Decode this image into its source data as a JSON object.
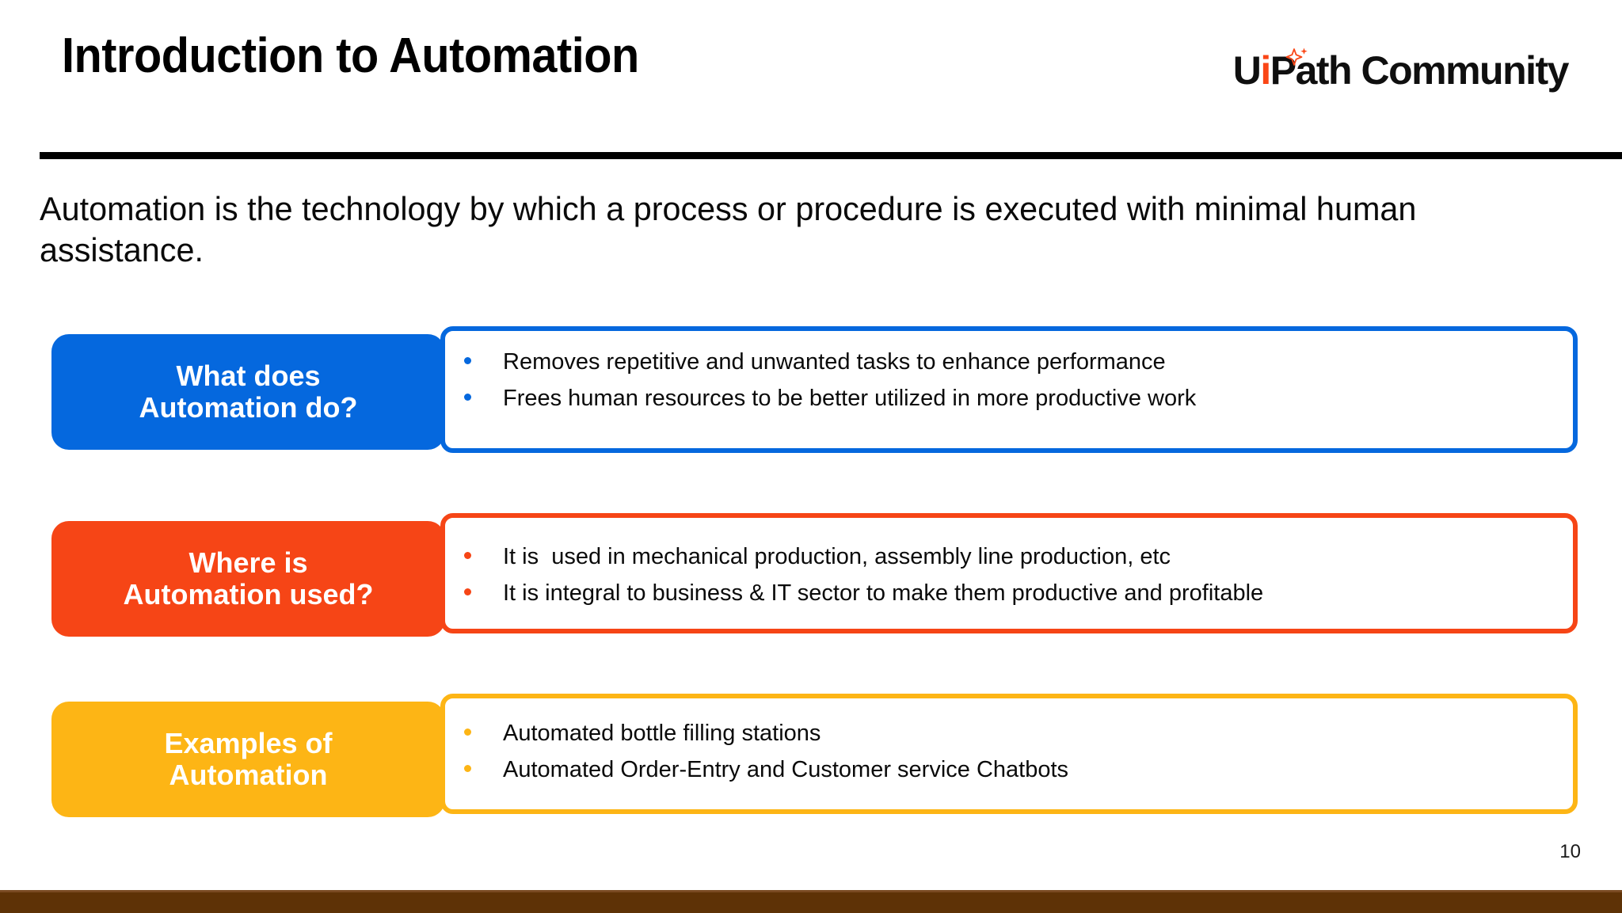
{
  "slide": {
    "title": "Introduction to Automation",
    "intro": "Automation is the technology by which a process or procedure is executed with minimal human assistance.",
    "page_number": "10"
  },
  "logo": {
    "part_u": "U",
    "part_i": "i",
    "part_rest": "Path Community",
    "sparkle_icon": "sparkle-icon",
    "accent_color": "#FA4616",
    "text_color": "#0f0f0f"
  },
  "rows": [
    {
      "label_line_1": "What does",
      "label_line_2": "Automation do?",
      "color": "#0568DE",
      "bullets": [
        "Removes repetitive and unwanted tasks to enhance performance",
        "Frees human resources to be better utilized in more productive work"
      ]
    },
    {
      "label_line_1": "Where is",
      "label_line_2": "Automation used?",
      "color": "#F64516",
      "bullets": [
        "It is  used in mechanical production, assembly line production, etc",
        "It is integral to business & IT sector to make them productive and profitable"
      ]
    },
    {
      "label_line_1": "Examples of",
      "label_line_2": "Automation",
      "color": "#FDB515",
      "bullets": [
        "Automated bottle filling stations",
        "Automated Order-Entry and Customer service Chatbots"
      ]
    }
  ],
  "theme": {
    "rule_color": "#000000",
    "footer_bar_color": "#5E3206",
    "background": "#ffffff"
  }
}
